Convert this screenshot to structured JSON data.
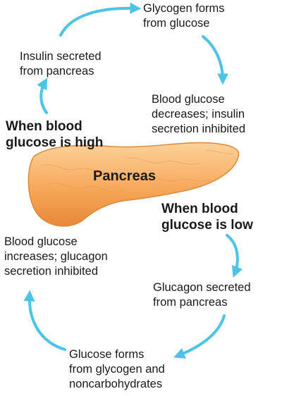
{
  "labels": {
    "glycogen_forms": "Glycogen forms\nfrom glucose",
    "insulin_secreted": "Insulin secreted\nfrom pancreas",
    "glucose_decreases": "Blood glucose\ndecreases; insulin\nsecretion inhibited",
    "when_high": "When blood\nglucose is high",
    "pancreas": "Pancreas",
    "when_low": "When blood\nglucose is low",
    "glucose_increases": "Blood glucose\nincreases; glucagon\nsecretion inhibited",
    "glucagon_secreted": "Glucagon secreted\nfrom pancreas",
    "glucose_forms": "Glucose forms\nfrom glycogen and\nnoncarbohydrates"
  },
  "colors": {
    "arrow": "#4ec3e8",
    "pancreas_fill": "#f7a85a",
    "pancreas_light": "#fbc98c",
    "pancreas_outline": "#d98a3a",
    "text": "#1a1a1a"
  }
}
